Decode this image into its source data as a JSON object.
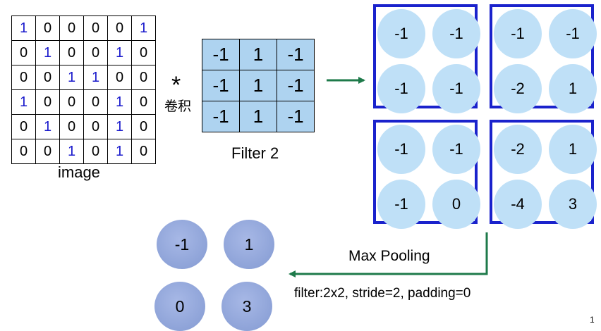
{
  "image": {
    "caption": "image",
    "rows": [
      [
        "1",
        "0",
        "0",
        "0",
        "0",
        "1"
      ],
      [
        "0",
        "1",
        "0",
        "0",
        "1",
        "0"
      ],
      [
        "0",
        "0",
        "1",
        "1",
        "0",
        "0"
      ],
      [
        "1",
        "0",
        "0",
        "0",
        "1",
        "0"
      ],
      [
        "0",
        "1",
        "0",
        "0",
        "1",
        "0"
      ],
      [
        "0",
        "0",
        "1",
        "0",
        "1",
        "0"
      ]
    ]
  },
  "convolution": {
    "operator": "*",
    "label": "卷积"
  },
  "filter": {
    "caption": "Filter 2",
    "rows": [
      [
        "-1",
        "1",
        "-1"
      ],
      [
        "-1",
        "1",
        "-1"
      ],
      [
        "-1",
        "1",
        "-1"
      ]
    ]
  },
  "feature_map": {
    "top_left": [
      "-1",
      "-1",
      "-1",
      "-1"
    ],
    "top_right": [
      "-1",
      "-1",
      "-2",
      "1"
    ],
    "bottom_left": [
      "-1",
      "-1",
      "-1",
      "0"
    ],
    "bottom_right": [
      "-2",
      "1",
      "-4",
      "3"
    ]
  },
  "pooling": {
    "label": "Max Pooling",
    "params": "filter:2x2, stride=2, padding=0",
    "output": [
      "-1",
      "1",
      "0",
      "3"
    ]
  },
  "colors": {
    "one_digit": "#1a1acc",
    "filter_fill": "#aed3f0",
    "block_border": "#1a22cc",
    "feature_circle": "#bfe0f7",
    "output_circle": "#8ea3d8",
    "arrow": "#1e7a4a"
  },
  "page_number": "1"
}
